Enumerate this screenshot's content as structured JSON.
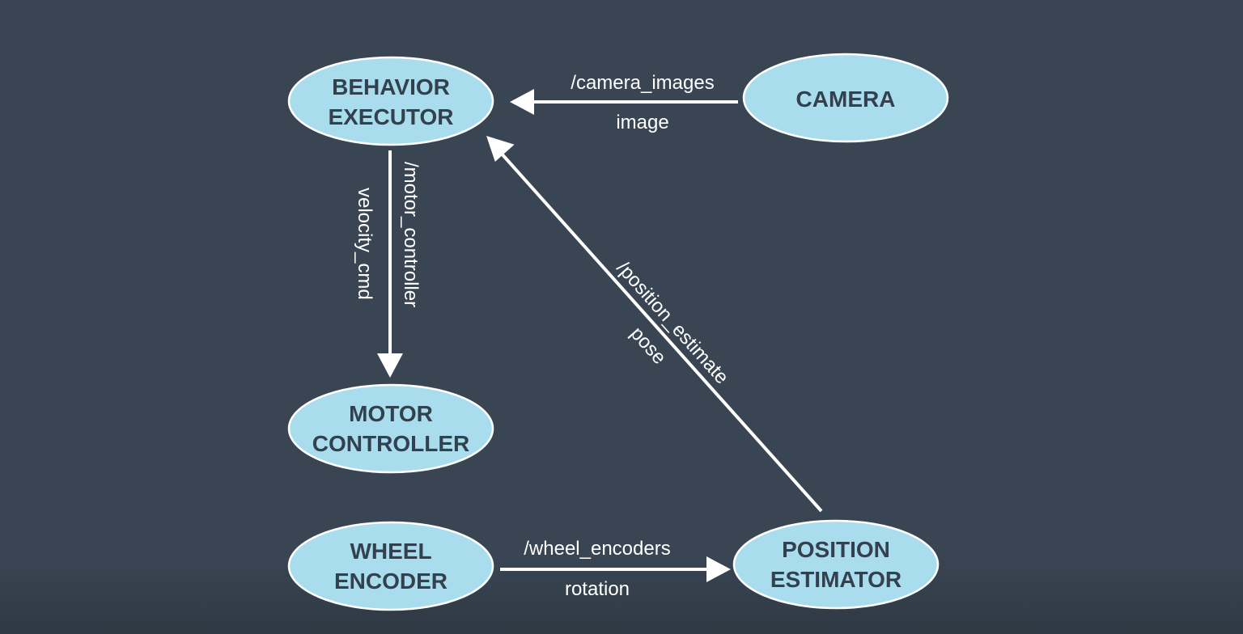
{
  "colors": {
    "background": "#394553",
    "node_fill": "#a9dcec",
    "node_text": "#33414f",
    "edge": "#ffffff"
  },
  "nodes": {
    "behavior_executor": {
      "line1": "BEHAVIOR",
      "line2": "EXECUTOR"
    },
    "camera": {
      "line1": "CAMERA"
    },
    "motor_controller": {
      "line1": "MOTOR",
      "line2": "CONTROLLER"
    },
    "wheel_encoder": {
      "line1": "WHEEL",
      "line2": "ENCODER"
    },
    "position_estimator": {
      "line1": "POSITION",
      "line2": "ESTIMATOR"
    }
  },
  "edges": {
    "camera_images": {
      "topic": "/camera_images",
      "message": "image"
    },
    "motor_controller": {
      "topic": "/motor_controller",
      "message": "velocity_cmd"
    },
    "position_estimate": {
      "topic": "/position_estimate",
      "message": "pose"
    },
    "wheel_encoders": {
      "topic": "/wheel_encoders",
      "message": "rotation"
    }
  }
}
